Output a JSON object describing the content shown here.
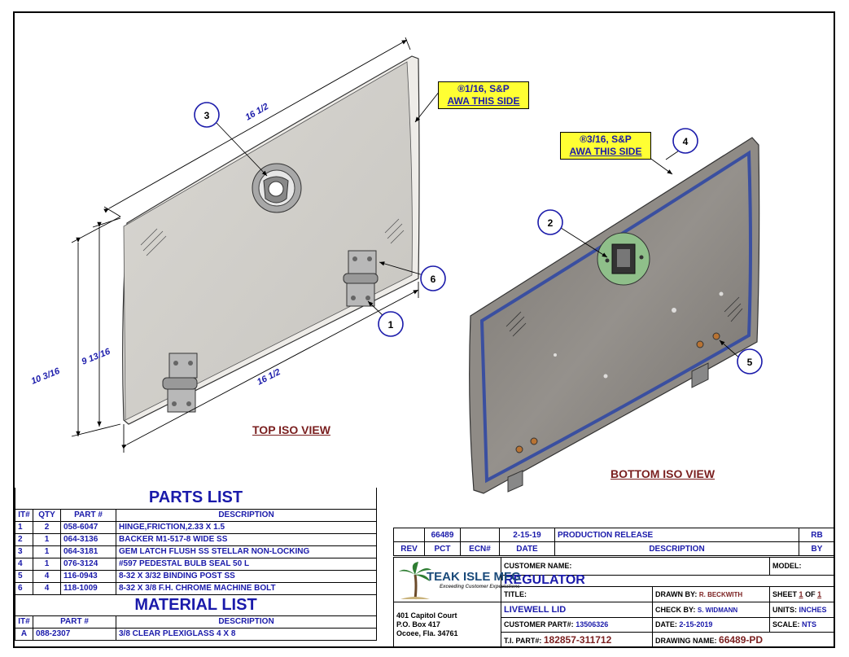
{
  "notes": {
    "top": {
      "line1": "®1/16, S&P",
      "line2": "AWA THIS SIDE"
    },
    "bottom": {
      "line1": "®3/16, S&P",
      "line2": "AWA THIS SIDE"
    }
  },
  "views": {
    "top": "TOP ISO VIEW",
    "bottom": "BOTTOM ISO VIEW"
  },
  "dimensions": {
    "top_width": "16 1/2",
    "bottom_width": "16 1/2",
    "outer_height": "10 3/16",
    "inner_height": "9 13/16"
  },
  "balloons": [
    "1",
    "2",
    "3",
    "4",
    "5",
    "6"
  ],
  "parts_list": {
    "title": "PARTS LIST",
    "headers": [
      "IT#",
      "QTY",
      "PART #",
      "DESCRIPTION"
    ],
    "rows": [
      [
        "1",
        "2",
        "058-6047",
        "HINGE,FRICTION,2.33 X 1.5"
      ],
      [
        "2",
        "1",
        "064-3136",
        "BACKER M1-517-8 WIDE SS"
      ],
      [
        "3",
        "1",
        "064-3181",
        "GEM LATCH FLUSH SS STELLAR NON-LOCKING"
      ],
      [
        "4",
        "1",
        "076-3124",
        "#597 PEDESTAL BULB SEAL 50 L"
      ],
      [
        "5",
        "4",
        "116-0943",
        "8-32 X 3/32 BINDING POST SS"
      ],
      [
        "6",
        "4",
        "118-1009",
        "8-32 X 3/8 F.H. CHROME MACHINE BOLT"
      ]
    ]
  },
  "material_list": {
    "title": "MATERIAL LIST",
    "headers": [
      "IT#",
      "PART #",
      "DESCRIPTION"
    ],
    "rows": [
      [
        "A",
        "088-2307",
        "3/8 CLEAR PLEXIGLASS 4 X 8"
      ]
    ]
  },
  "revision": {
    "row": {
      "rev": "",
      "pct": "66489",
      "ecn": "",
      "date": "2-15-19",
      "description": "PRODUCTION RELEASE",
      "by": "RB"
    },
    "headers": {
      "rev": "REV",
      "pct": "PCT",
      "ecn": "ECN#",
      "date": "DATE",
      "description": "DESCRIPTION",
      "by": "BY"
    }
  },
  "company": {
    "name": "TEAK ISLE MFG",
    "tagline": "Exceeding Customer Expectations",
    "address1": "401 Capitol Court",
    "address2": "P.O. Box 417",
    "address3": "Ocoee, Fla. 34761"
  },
  "title_block": {
    "customer_name_label": "CUSTOMER NAME:",
    "customer_name": "REGULATOR",
    "model_label": "MODEL:",
    "title_label": "TITLE:",
    "title": "LIVEWELL LID",
    "drawn_by_label": "DRAWN BY:",
    "drawn_by": "R. BECKWITH",
    "sheet_label": "SHEET",
    "sheet_num": "1",
    "sheet_of": "OF",
    "sheet_total": "1",
    "check_by_label": "CHECK BY:",
    "check_by": "S. WIDMANN",
    "units_label": "UNITS:",
    "units": "INCHES",
    "customer_part_label": "CUSTOMER PART#:",
    "customer_part": "13506326",
    "date_label": "DATE:",
    "date": "2-15-2019",
    "scale_label": "SCALE:",
    "scale": "NTS",
    "ti_part_label": "T.I. PART#:",
    "ti_part": "182857-311712",
    "drawing_name_label": "DRAWING NAME:",
    "drawing_name": "66489-PD"
  },
  "colors": {
    "ink_blue": "#1a1aaa",
    "maroon": "#7a1f1f",
    "note_yellow": "#ffff33",
    "seal_blue": "#3a4fa0",
    "backer_green": "#8fbf8a"
  }
}
